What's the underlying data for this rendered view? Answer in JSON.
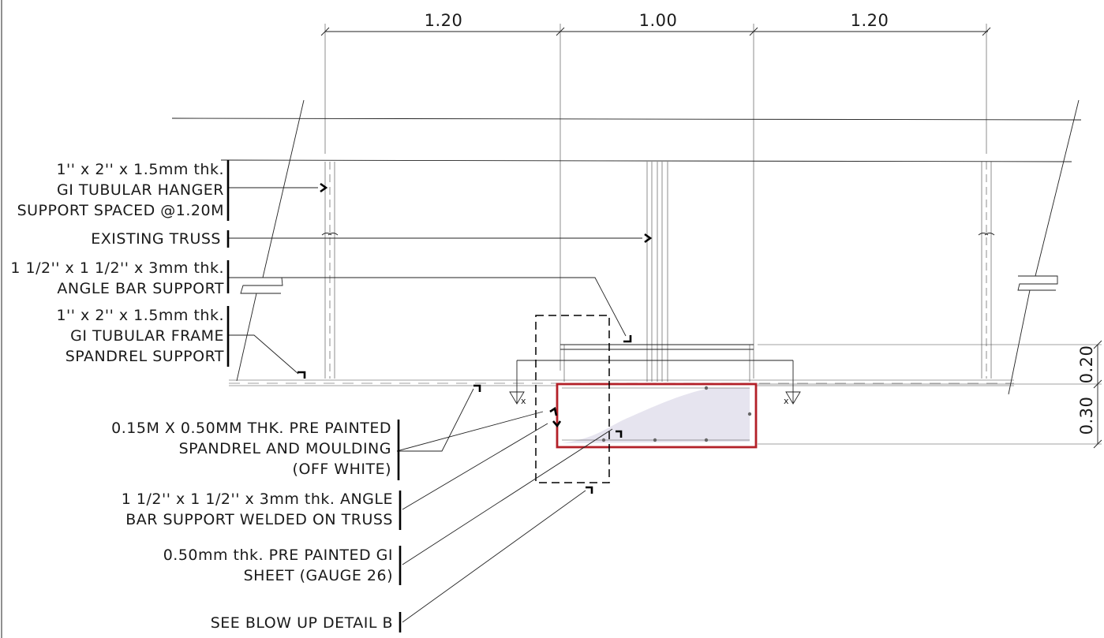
{
  "dimensions": {
    "top": [
      "1.20",
      "1.00",
      "1.20"
    ],
    "right": [
      "0.20",
      "0.30"
    ]
  },
  "section_marks": [
    "x",
    "x"
  ],
  "labels": [
    {
      "id": "hanger",
      "lines": [
        "1'' x 2'' x 1.5mm thk.",
        "GI TUBULAR HANGER",
        "SUPPORT SPACED @1.20M"
      ]
    },
    {
      "id": "truss",
      "lines": [
        "EXISTING TRUSS"
      ]
    },
    {
      "id": "angle-top",
      "lines": [
        "1 1/2'' x 1 1/2'' x 3mm thk.",
        "ANGLE BAR SUPPORT"
      ]
    },
    {
      "id": "frame",
      "lines": [
        "1'' x 2'' x 1.5mm thk.",
        "GI TUBULAR FRAME",
        "SPANDREL SUPPORT"
      ]
    },
    {
      "id": "spandrel",
      "lines": [
        "0.15M X 0.50MM THK. PRE PAINTED",
        "SPANDREL AND MOULDING",
        "(OFF WHITE)"
      ]
    },
    {
      "id": "angle-weld",
      "lines": [
        "1 1/2'' x 1 1/2'' x 3mm thk. ANGLE",
        "BAR SUPPORT WELDED ON TRUSS"
      ]
    },
    {
      "id": "gi-sheet",
      "lines": [
        "0.50mm thk. PRE PAINTED GI",
        "SHEET (GAUGE 26)"
      ]
    },
    {
      "id": "blowup",
      "lines": [
        "SEE BLOW UP DETAIL B"
      ]
    }
  ],
  "colors": {
    "line": "#222222",
    "highlight": "#b32028",
    "fill": "#e6e4ef"
  }
}
